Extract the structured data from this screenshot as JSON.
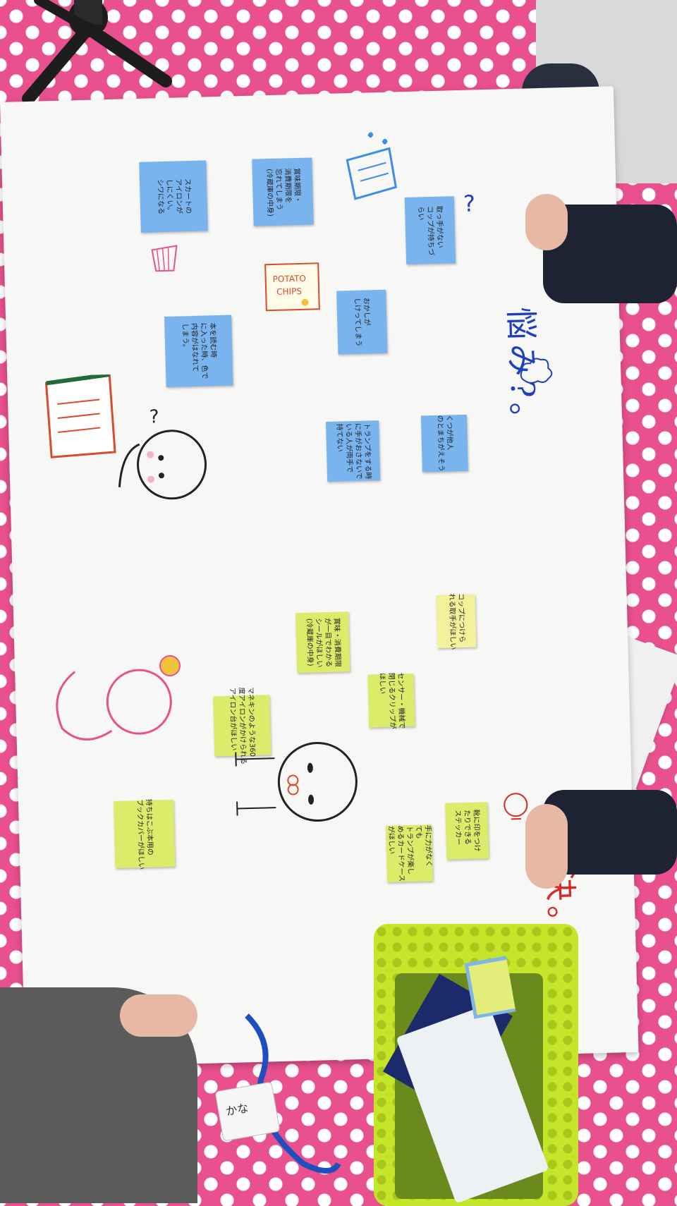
{
  "headings": {
    "problems": "悩み?。",
    "solutions": "解決。"
  },
  "notes_problems": [
    {
      "id": "p1",
      "text": "取っ手がない\nコップが持ちづ\nらい"
    },
    {
      "id": "p2",
      "text": "おかしが\nしけってしまう"
    },
    {
      "id": "p3",
      "text": "くつが他人\nのとまちがえそう"
    },
    {
      "id": "p4",
      "text": "トランプをする時\nに手がおさないで\nいる人が両手で\n持てない"
    },
    {
      "id": "p5",
      "text": "本を読む時\nに入った時、色で\n内容がはなれて\nしまう。"
    },
    {
      "id": "p6",
      "text": "賞味期限・\n消費期限を\n忘れてしまう\n(冷蔵庫の中身)"
    },
    {
      "id": "p7",
      "text": "スカートの\nアイロンが\nしにくい。\nシワになる"
    }
  ],
  "notes_solutions": [
    {
      "id": "s1",
      "text": "コップにつけら\nれる取手がほしい"
    },
    {
      "id": "s2",
      "text": "賞味・消費期限\nが一目でわかる\nシールがほしい\n(冷蔵庫の中身)"
    },
    {
      "id": "s3",
      "text": "センサー・機械で\n閉じるクリップが\nほしい"
    },
    {
      "id": "s4",
      "text": "マネキンのような360\n度アイロンがかけられる\nアイロン台がほしい"
    },
    {
      "id": "s5",
      "text": "持ちはこぶ本用の\nブックカバーがほしい"
    },
    {
      "id": "s6",
      "text": "靴に印をつけ\nたりできる\nステッカー"
    },
    {
      "id": "s7",
      "text": "手に力がなく\nても\nトランプが楽し\nめるカードケース\nがほしい"
    }
  ],
  "name_tag": "かな",
  "colors": {
    "tablecloth": "#e8508e",
    "paper": "#f7f7f5",
    "problem_note": "#79b4ef",
    "solution_note": "#dceb6a",
    "problem_heading": "#1e3fbf",
    "solution_heading": "#d42a2a",
    "basket": "#c5e52a"
  }
}
